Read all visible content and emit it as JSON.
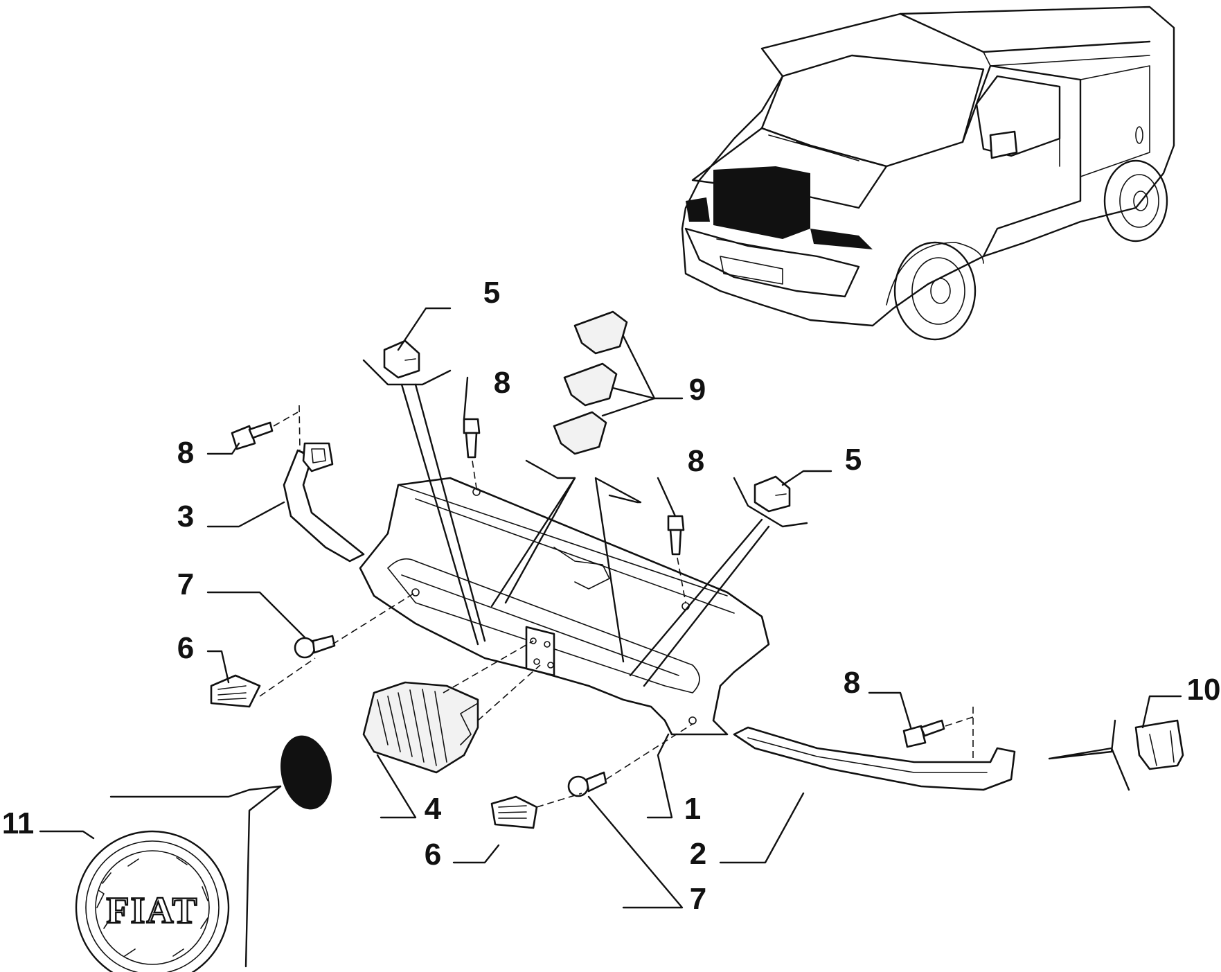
{
  "callouts": {
    "c1": "1",
    "c2": "2",
    "c3": "3",
    "c4": "4",
    "c5a": "5",
    "c5b": "5",
    "c6a": "6",
    "c6b": "6",
    "c7a": "7",
    "c7b": "7",
    "c8a": "8",
    "c8b": "8",
    "c8c": "8",
    "c8d": "8",
    "c9": "9",
    "c10": "10",
    "c11": "11"
  },
  "emblem": {
    "logo_text": "FIAT"
  },
  "colors": {
    "ink": "#111111",
    "paper": "#ffffff",
    "part_fill": "#f2f2f2"
  }
}
